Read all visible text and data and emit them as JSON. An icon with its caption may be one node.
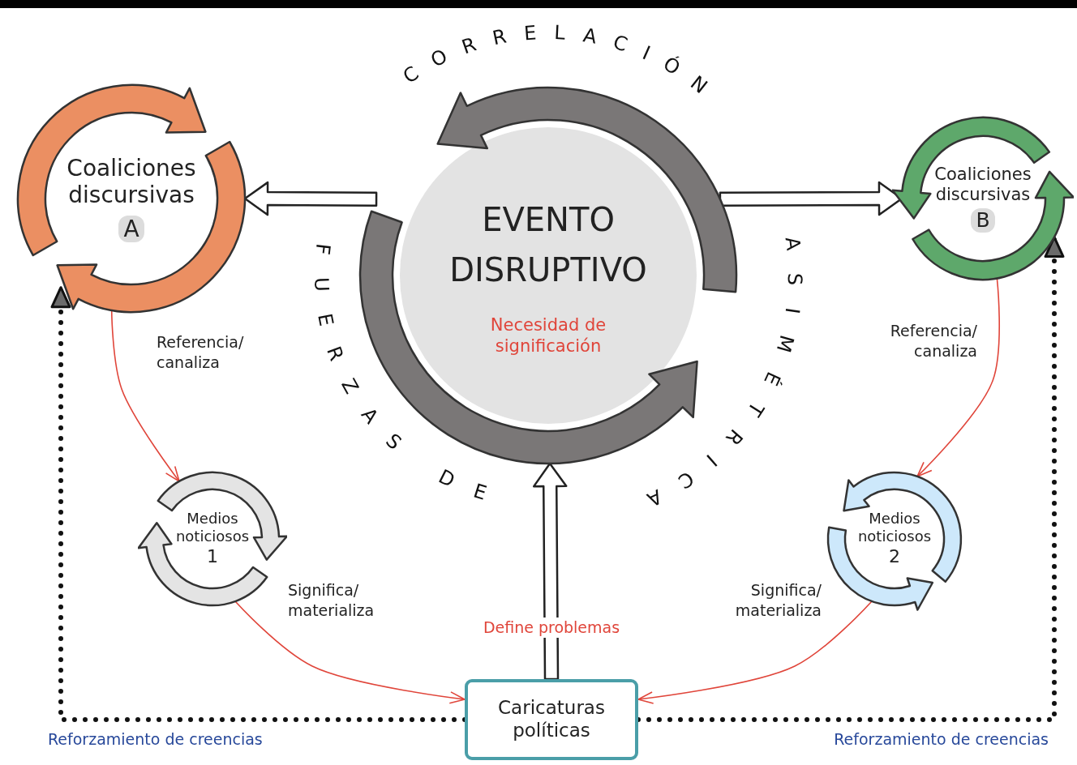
{
  "diagram": {
    "nodes": [
      {
        "text": [
          "EVENTO DISRUPTIVO",
          "Necesidad de significación"
        ]
      },
      {
        "text": [
          "Coaliciones discursivas",
          "A"
        ]
      },
      {
        "text": [
          "Coaliciones discursivas",
          "B"
        ]
      },
      {
        "text": [
          "Medios noticiosos",
          "1"
        ]
      },
      {
        "text": [
          "Medios noticiosos",
          "2"
        ]
      },
      {
        "text": [
          "Caricaturas políticas"
        ]
      }
    ],
    "edges": [
      {
        "from": 0,
        "to": 1,
        "arrow": "to",
        "style": "thick"
      },
      {
        "from": 0,
        "to": 2,
        "arrow": "to",
        "style": "thick"
      },
      {
        "from": 5,
        "to": 0,
        "arrow": "to",
        "style": "thick",
        "label": "Define problemas"
      },
      {
        "from": 1,
        "to": 3,
        "arrow": "to",
        "color": "#e0453a",
        "label": "Referencia/ canaliza"
      },
      {
        "from": 2,
        "to": 4,
        "arrow": "to",
        "color": "#e0453a",
        "label": "Referencia/ canaliza"
      },
      {
        "from": 3,
        "to": 5,
        "arrow": "to",
        "color": "#e0453a",
        "label": "Significa/ materializa"
      },
      {
        "from": 4,
        "to": 5,
        "arrow": "to",
        "color": "#e0453a",
        "label": "Significa/ materializa"
      },
      {
        "from": 5,
        "to": 1,
        "arrow": "to",
        "style": "dashed",
        "color": "#111111",
        "label": "Reforzamiento de creencias"
      },
      {
        "from": 5,
        "to": 2,
        "arrow": "to",
        "style": "dashed",
        "color": "#111111",
        "label": "Reforzamiento de creencias"
      }
    ],
    "labels": [
      "CORRELACIÓN",
      "FUERZAS DE",
      "ASIMÉTRICA"
    ]
  }
}
